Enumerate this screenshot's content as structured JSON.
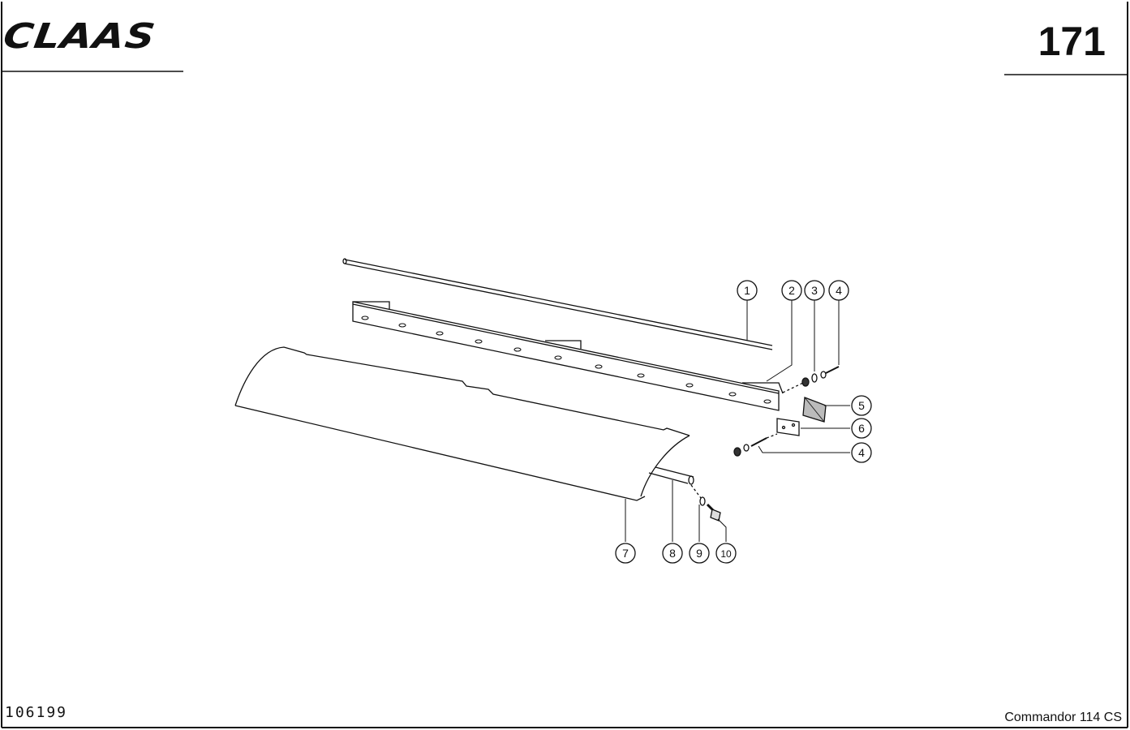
{
  "header": {
    "brand_logo": "CLAAS",
    "page_number": "171"
  },
  "footer": {
    "document_number": "106199",
    "model_name": "Commandor 114 CS"
  },
  "diagram": {
    "callouts": [
      "1",
      "2",
      "3",
      "4",
      "5",
      "6",
      "4",
      "7",
      "8",
      "9",
      "10"
    ]
  }
}
